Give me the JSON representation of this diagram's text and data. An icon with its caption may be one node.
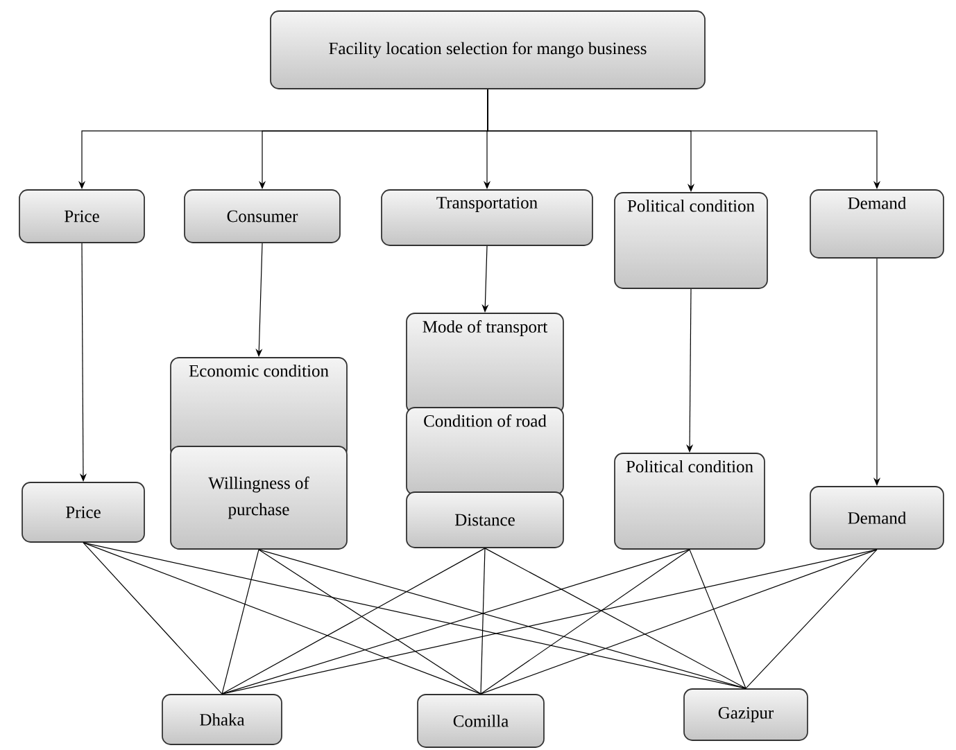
{
  "diagram": {
    "nodes": [
      {
        "text": [
          "Facility location selection for mango business"
        ]
      },
      {
        "text": [
          "Price"
        ]
      },
      {
        "text": [
          "Consumer"
        ]
      },
      {
        "text": [
          "Transportation"
        ]
      },
      {
        "text": [
          "Political condition"
        ]
      },
      {
        "text": [
          "Demand"
        ]
      },
      {
        "text": [
          "Price"
        ]
      },
      {
        "text": [
          "Economic condition"
        ]
      },
      {
        "text": [
          "Willingness of purchase"
        ]
      },
      {
        "text": [
          "Mode of transport"
        ]
      },
      {
        "text": [
          "Condition of road"
        ]
      },
      {
        "text": [
          "Distance"
        ]
      },
      {
        "text": [
          "Political condition"
        ]
      },
      {
        "text": [
          "Demand"
        ]
      },
      {
        "text": [
          "Dhaka"
        ]
      },
      {
        "text": [
          "Comilla"
        ]
      },
      {
        "text": [
          "Gazipur"
        ]
      }
    ],
    "edges": [
      {
        "from": 0,
        "to": 1,
        "arrow": "to"
      },
      {
        "from": 0,
        "to": 2,
        "arrow": "to"
      },
      {
        "from": 0,
        "to": 3,
        "arrow": "to"
      },
      {
        "from": 0,
        "to": 4,
        "arrow": "to"
      },
      {
        "from": 0,
        "to": 5,
        "arrow": "to"
      },
      {
        "from": 1,
        "to": 6,
        "arrow": "to"
      },
      {
        "from": 2,
        "to": 7,
        "arrow": "to"
      },
      {
        "from": 3,
        "to": 9,
        "arrow": "to"
      },
      {
        "from": 4,
        "to": 12,
        "arrow": "to"
      },
      {
        "from": 5,
        "to": 13,
        "arrow": "to"
      },
      {
        "from": 6,
        "to": 14,
        "arrow": "none"
      },
      {
        "from": 6,
        "to": 15,
        "arrow": "none"
      },
      {
        "from": 6,
        "to": 16,
        "arrow": "none"
      },
      {
        "from": 8,
        "to": 14,
        "arrow": "none"
      },
      {
        "from": 8,
        "to": 15,
        "arrow": "none"
      },
      {
        "from": 8,
        "to": 16,
        "arrow": "none"
      },
      {
        "from": 11,
        "to": 14,
        "arrow": "none"
      },
      {
        "from": 11,
        "to": 15,
        "arrow": "none"
      },
      {
        "from": 11,
        "to": 16,
        "arrow": "none"
      },
      {
        "from": 12,
        "to": 14,
        "arrow": "none"
      },
      {
        "from": 12,
        "to": 15,
        "arrow": "none"
      },
      {
        "from": 12,
        "to": 16,
        "arrow": "none"
      },
      {
        "from": 13,
        "to": 14,
        "arrow": "none"
      },
      {
        "from": 13,
        "to": 15,
        "arrow": "none"
      },
      {
        "from": 13,
        "to": 16,
        "arrow": "none"
      }
    ]
  }
}
